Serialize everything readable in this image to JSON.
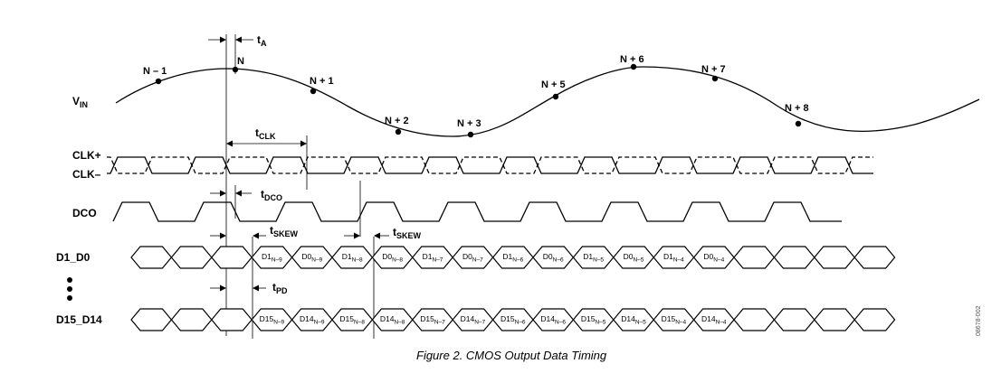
{
  "signals": {
    "vin": "V",
    "vin_sub": "IN",
    "clk_p": "CLK+",
    "clk_n": "CLK–",
    "dco": "DCO",
    "d1_d0": "D1_D0",
    "d15_d14": "D15_D14"
  },
  "sample_points": [
    "N – 1",
    "N",
    "N + 1",
    "N + 2",
    "N + 3",
    "N + 5",
    "N + 6",
    "N + 7",
    "N + 8"
  ],
  "timing": {
    "ta": {
      "main": "t",
      "sub": "A"
    },
    "tclk": {
      "main": "t",
      "sub": "CLK"
    },
    "tdco": {
      "main": "t",
      "sub": "DCO"
    },
    "tskew1": {
      "main": "t",
      "sub": "SKEW"
    },
    "tskew2": {
      "main": "t",
      "sub": "SKEW"
    },
    "tpd": {
      "main": "t",
      "sub": "PD"
    }
  },
  "d1_d0_cells": [
    {
      "main": "D1",
      "sub": "N–9"
    },
    {
      "main": "D0",
      "sub": "N–9"
    },
    {
      "main": "D1",
      "sub": "N–8"
    },
    {
      "main": "D0",
      "sub": "N–8"
    },
    {
      "main": "D1",
      "sub": "N–7"
    },
    {
      "main": "D0",
      "sub": "N–7"
    },
    {
      "main": "D1",
      "sub": "N–6"
    },
    {
      "main": "D0",
      "sub": "N–6"
    },
    {
      "main": "D1",
      "sub": "N–5"
    },
    {
      "main": "D0",
      "sub": "N–5"
    },
    {
      "main": "D1",
      "sub": "N–4"
    },
    {
      "main": "D0",
      "sub": "N–4"
    }
  ],
  "d15_d14_cells": [
    {
      "main": "D15",
      "sub": "N–9"
    },
    {
      "main": "D14",
      "sub": "N–9"
    },
    {
      "main": "D15",
      "sub": "N–8"
    },
    {
      "main": "D14",
      "sub": "N–8"
    },
    {
      "main": "D15",
      "sub": "N–7"
    },
    {
      "main": "D14",
      "sub": "N–7"
    },
    {
      "main": "D15",
      "sub": "N–6"
    },
    {
      "main": "D14",
      "sub": "N–6"
    },
    {
      "main": "D15",
      "sub": "N–5"
    },
    {
      "main": "D14",
      "sub": "N–5"
    },
    {
      "main": "D15",
      "sub": "N–4"
    },
    {
      "main": "D14",
      "sub": "N–4"
    }
  ],
  "caption": "Figure 2. CMOS Output Data Timing",
  "side_code": "08678-002"
}
